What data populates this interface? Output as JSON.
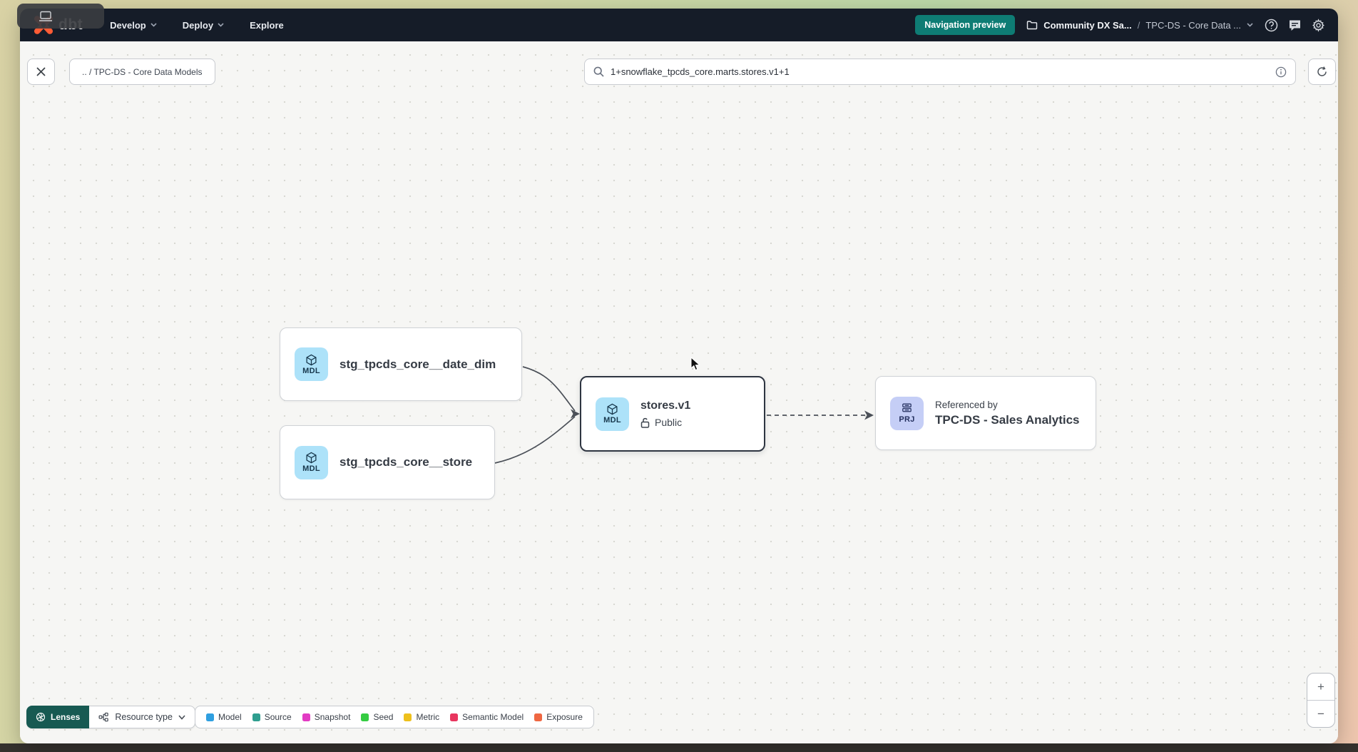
{
  "header": {
    "brand": "dbt",
    "nav": [
      {
        "label": "Develop"
      },
      {
        "label": "Deploy"
      },
      {
        "label": "Explore"
      }
    ],
    "preview_badge": "Navigation preview",
    "breadcrumb": {
      "project": "Community DX Sa...",
      "separator": "/",
      "section": "TPC-DS - Core Data ..."
    },
    "colors": {
      "bar": "#151c28",
      "badge_teal": "#0e7c74"
    }
  },
  "toolbar": {
    "path_chip": ".. / TPC-DS - Core Data Models",
    "search": {
      "value": "1+snowflake_tpcds_core.marts.stores.v1+1"
    }
  },
  "graph": {
    "nodes": [
      {
        "badge": "MDL",
        "label": "stg_tpcds_core__date_dim"
      },
      {
        "badge": "MDL",
        "label": "stg_tpcds_core__store"
      },
      {
        "badge": "MDL",
        "label": "stores.v1",
        "access": "Public",
        "selected": true
      },
      {
        "badge": "PRJ",
        "title": "Referenced by",
        "label": "TPC-DS - Sales Analytics"
      }
    ],
    "badge_colors": {
      "mdl_bg": "#ade2f9",
      "prj_bg": "#c5cef6"
    }
  },
  "footer": {
    "lenses_label": "Lenses",
    "resource_type_label": "Resource type",
    "legend": [
      {
        "label": "Model",
        "color": "#2f9fe0"
      },
      {
        "label": "Source",
        "color": "#2f9e8f"
      },
      {
        "label": "Snapshot",
        "color": "#e23bc3"
      },
      {
        "label": "Seed",
        "color": "#35cc42"
      },
      {
        "label": "Metric",
        "color": "#eec01c"
      },
      {
        "label": "Semantic Model",
        "color": "#e8355e"
      },
      {
        "label": "Exposure",
        "color": "#ef6742"
      }
    ],
    "zoom_in": "+",
    "zoom_out": "−"
  }
}
